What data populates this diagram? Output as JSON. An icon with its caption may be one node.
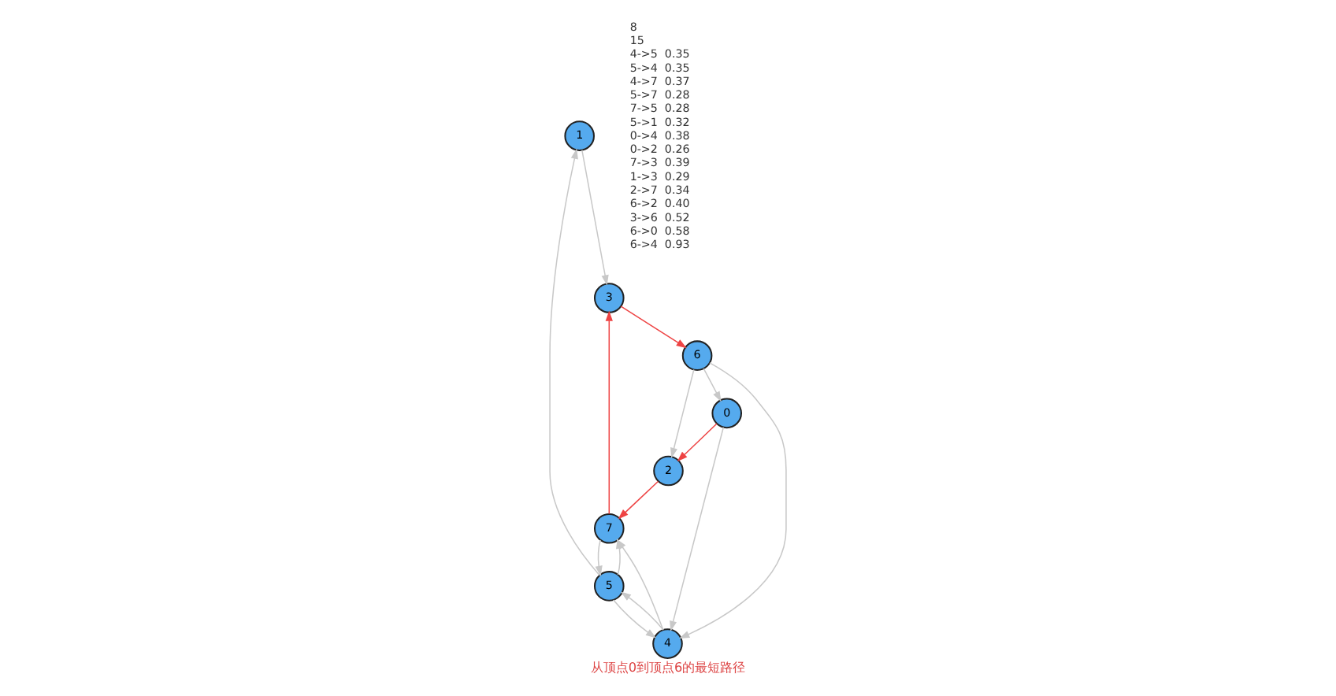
{
  "diagram": {
    "caption": "从顶点0到顶点6的最短路径",
    "nodes": [
      {
        "text": [
          "1"
        ]
      },
      {
        "text": [
          "3"
        ]
      },
      {
        "text": [
          "5"
        ]
      },
      {
        "text": [
          "7"
        ]
      },
      {
        "text": [
          "2"
        ]
      },
      {
        "text": [
          "0"
        ]
      },
      {
        "text": [
          "4"
        ]
      },
      {
        "text": [
          "6"
        ]
      }
    ],
    "edges": [
      {
        "from": 6,
        "to": 2,
        "arrow": "to"
      },
      {
        "from": 2,
        "to": 6,
        "arrow": "to"
      },
      {
        "from": 6,
        "to": 3,
        "arrow": "to"
      },
      {
        "from": 2,
        "to": 3,
        "arrow": "to"
      },
      {
        "from": 3,
        "to": 2,
        "arrow": "to"
      },
      {
        "from": 2,
        "to": 0,
        "arrow": "to"
      },
      {
        "from": 5,
        "to": 6,
        "arrow": "to"
      },
      {
        "from": 5,
        "to": 4,
        "arrow": "to",
        "color": "#ee4444"
      },
      {
        "from": 3,
        "to": 1,
        "arrow": "to",
        "color": "#ee4444"
      },
      {
        "from": 0,
        "to": 1,
        "arrow": "to"
      },
      {
        "from": 4,
        "to": 3,
        "arrow": "to",
        "color": "#ee4444"
      },
      {
        "from": 7,
        "to": 4,
        "arrow": "to"
      },
      {
        "from": 1,
        "to": 7,
        "arrow": "to",
        "color": "#ee4444"
      },
      {
        "from": 7,
        "to": 5,
        "arrow": "to"
      },
      {
        "from": 7,
        "to": 6,
        "arrow": "to"
      }
    ],
    "labels": [
      "8",
      "15",
      "4->5  0.35",
      "5->4  0.35",
      "4->7  0.37",
      "5->7  0.28",
      "7->5  0.28",
      "5->1  0.32",
      "0->4  0.38",
      "0->2  0.26",
      "7->3  0.39",
      "1->3  0.29",
      "2->7  0.34",
      "6->2  0.40",
      "3->6  0.52",
      "6->0  0.58",
      "6->4  0.93"
    ]
  }
}
